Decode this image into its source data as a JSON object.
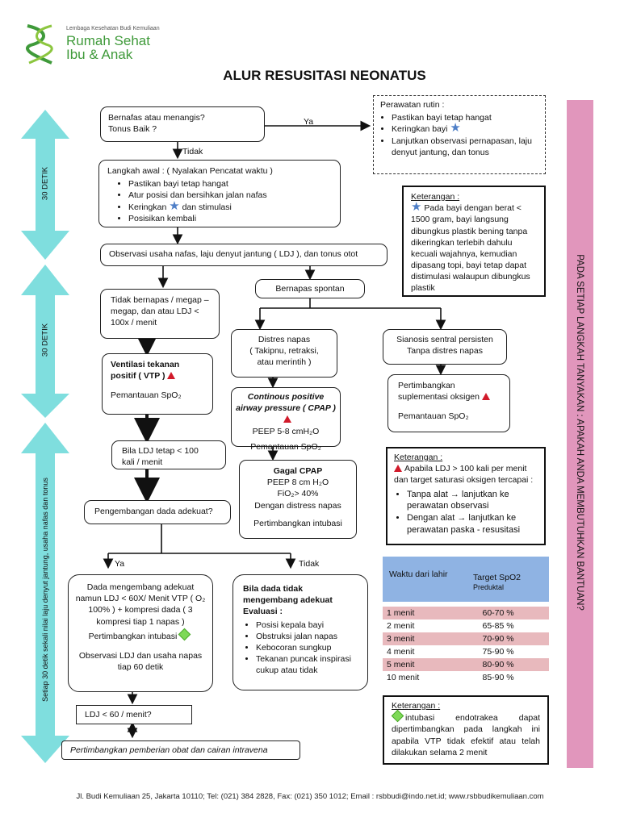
{
  "logo": {
    "org": "Lembaga Kesehatan Budi Kemuliaan",
    "line1": "Rumah Sehat",
    "line2": "Ibu & Anak"
  },
  "title": "ALUR RESUSITASI NEONATUS",
  "left_bar": {
    "seg1": "30 DETIK",
    "seg2": "30 DETIK",
    "seg3": "Setiap 30 detik sekali nilai laju denyut jantung, usaha nafas dan tonus",
    "color": "#7fdede"
  },
  "right_bar": {
    "text": "PADA SETIAP LANGKAH TANYAKAN : APAKAH ANDA MEMBUTUHKAN BANTUAN?",
    "color": "#e196bc"
  },
  "q1": {
    "line1": "Bernafas atau menangis?",
    "line2": "Tonus Baik ?"
  },
  "ya": "Ya",
  "tidak": "Tidak",
  "routine": {
    "title": "Perawatan rutin :",
    "items": [
      "Pastikan bayi tetap hangat",
      "Keringkan bayi",
      "Lanjutkan observasi pernapasan, laju denyut jantung, dan tonus"
    ]
  },
  "step1": {
    "title": "Langkah awal : ( Nyalakan Pencatat waktu )",
    "items": [
      "Pastikan bayi tetap hangat",
      "Atur posisi dan bersihkan jalan nafas",
      "Keringkan",
      "dan stimulasi",
      "Posisikan kembali"
    ]
  },
  "ket1": {
    "title": "Keterangan :",
    "text": "Pada bayi dengan berat < 1500 gram, bayi langsung dibungkus plastik bening tanpa dikeringkan terlebih dahulu kecuali wajahnya, kemudian dipasang topi, bayi tetap dapat distimulasi walaupun dibungkus plastik"
  },
  "observe": "Observasi usaha nafas, laju denyut jantung ( LDJ ), dan tonus otot",
  "spontan": "Bernapas spontan",
  "nobreath": {
    "text": "Tidak bernapas / megap – megap, dan atau LDJ  < 100x / menit"
  },
  "distress": {
    "l1": "Distres napas",
    "l2": "( Takipnu, retraksi,",
    "l3": "atau merintih )"
  },
  "sianosis": {
    "l1": "Sianosis sentral persisten",
    "l2": "Tanpa distres napas"
  },
  "vtp": {
    "l1": "Ventilasi tekanan positif ( VTP )",
    "l2": "Pemantauan SpO₂"
  },
  "cpap": {
    "l1": "Continous positive airway pressure ( CPAP )",
    "l2": "PEEP 5-8 cmH₂O",
    "l3": "Pemantauan SpO₂"
  },
  "o2": {
    "l1": "Pertimbangkan suplementasi oksigen",
    "l2": "Pemantauan SpO₂"
  },
  "ldj100": {
    "l1": "Bila LDJ tetap < 100",
    "l2": "kali / menit"
  },
  "gagal": {
    "l1": "Gagal CPAP",
    "l2": "PEEP 8 cm H₂O",
    "l3": "FiO₂> 40%",
    "l4": "Dengan distress napas",
    "l5": "Pertimbangkan intubasi"
  },
  "ket2": {
    "title": "Keterangan :",
    "intro": "Apabila LDJ > 100 kali per menit dan target saturasi oksigen tercapai :",
    "items": [
      "Tanpa alat → lanjutkan ke perawatan observasi",
      "Dengan alat → lanjutkan ke perawatan paska - resusitasi"
    ]
  },
  "dada": "Pengembangan dada adekuat?",
  "spo2": {
    "h1": "Waktu dari lahir",
    "h2": "Target SpO2",
    "h2b": "Preduktal",
    "rows": [
      [
        "1  menit",
        "60-70 %"
      ],
      [
        "2  menit",
        "65-85 %"
      ],
      [
        "3  menit",
        "70-90 %"
      ],
      [
        "4  menit",
        "75-90 %"
      ],
      [
        "5  menit",
        "80-90 %"
      ],
      [
        "10 menit",
        "85-90 %"
      ]
    ],
    "header_color": "#8fb3e3",
    "pink_color": "#e8b9bd"
  },
  "adekuat": {
    "l1": "Dada mengembang adekuat namun LDJ < 60X/ Menit VTP ( O₂ 100% ) + kompresi dada ( 3 kompresi tiap 1 napas )",
    "l2": "Pertimbangkan intubasi",
    "l3": "Observasi LDJ dan usaha napas tiap 60 detik"
  },
  "tidakadekuat": {
    "title": "Bila dada tidak mengembang adekuat Evaluasi :",
    "items": [
      "Posisi kepala bayi",
      "Obstruksi jalan napas",
      "Kebocoran sungkup",
      "Tekanan puncak inspirasi cukup atau tidak"
    ]
  },
  "ket3": {
    "title": "Keterangan :",
    "text": "intubasi endotrakea dapat dipertimbangkan pada langkah ini apabila VTP tidak efektif atau telah dilakukan selama 2 menit"
  },
  "ldj60": "LDJ < 60 / menit?",
  "obat": "Pertimbangkan pemberian obat dan cairan intravena",
  "footer": "Jl. Budi Kemuliaan 25, Jakarta 10110; Tel: (021) 384 2828,  Fax: (021) 350 1012; Email : rsbbudi@indo.net.id; www.rsbbudikemuliaan.com"
}
